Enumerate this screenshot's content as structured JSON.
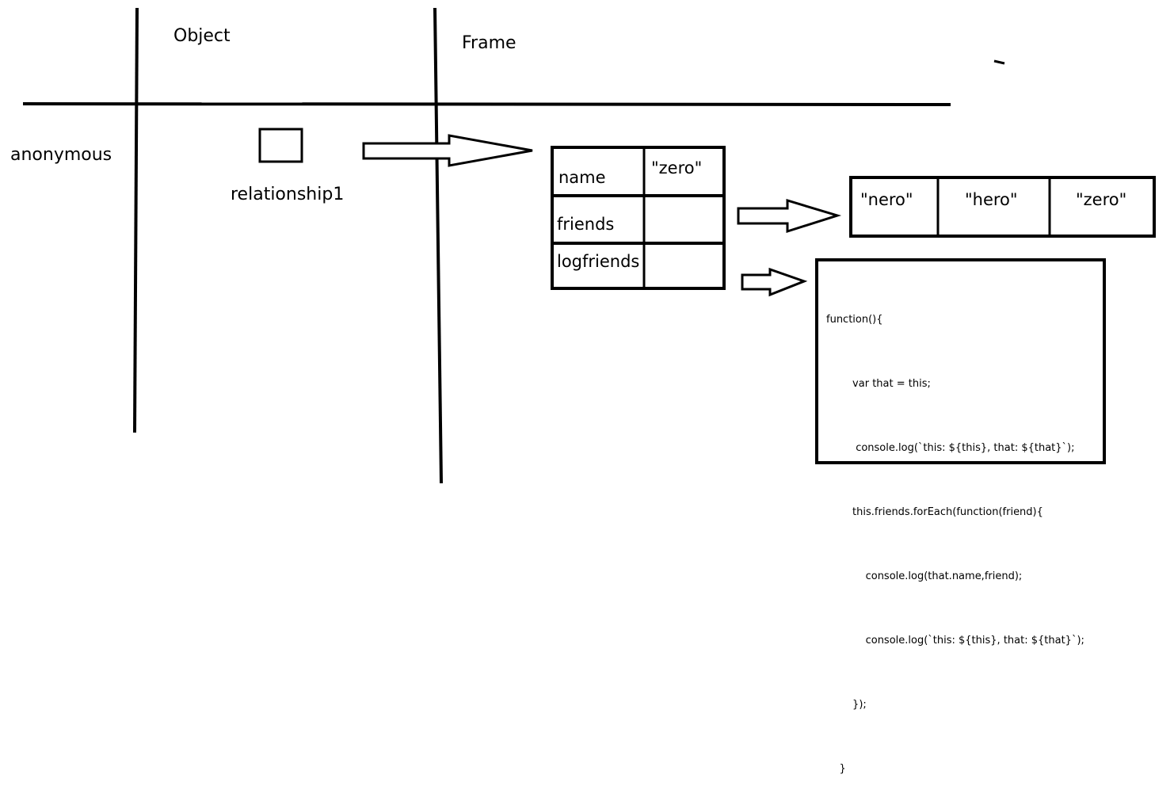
{
  "headers": {
    "object": "Object",
    "frame": "Frame"
  },
  "row_label": "anonymous",
  "variable": {
    "name": "relationship1"
  },
  "frame_table": {
    "rows": [
      {
        "key": "name",
        "value": "\"zero\""
      },
      {
        "key": "friends",
        "value": ""
      },
      {
        "key": "logfriends",
        "value": ""
      }
    ]
  },
  "friends_array": [
    "\"nero\"",
    "\"hero\"",
    "\"zero\""
  ],
  "function_code": [
    "function(){",
    "        var that = this;",
    "         console.log(`this: ${this}, that: ${that}`);",
    "        this.friends.forEach(function(friend){",
    "            console.log(that.name,friend);",
    "            console.log(`this: ${this}, that: ${that}`);",
    "        });",
    "    }"
  ],
  "colors": {
    "stroke": "#000000",
    "background": "#ffffff"
  }
}
